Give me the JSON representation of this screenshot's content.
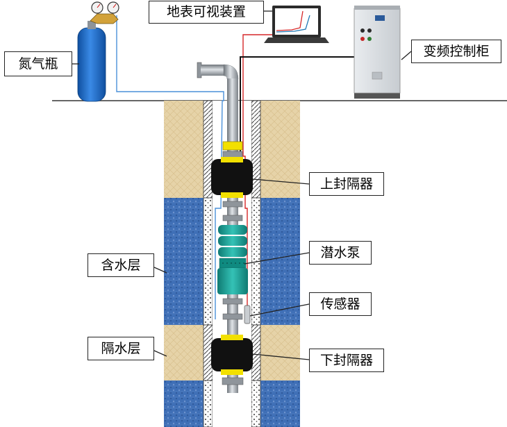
{
  "labels": {
    "nitrogen_bottle": "氮气瓶",
    "surface_display": "地表可视装置",
    "vfd_cabinet": "变频控制柜",
    "upper_packer": "上封隔器",
    "submersible_pump": "潜水泵",
    "aquifer": "含水层",
    "sensor": "传感器",
    "aquitard": "隔水层",
    "lower_packer": "下封隔器"
  },
  "colors": {
    "aquifer": "#3f6fb6",
    "aquitard": "#e6d3a8",
    "pump": "#1fa79c",
    "packer": "#111111",
    "packer_ring": "#f2e000",
    "pipe": "#9aa0a6",
    "gas_line": "#4a90d9",
    "signal_line": "#d62728",
    "power_line": "#111111",
    "cylinder": "#1f6fd0"
  }
}
